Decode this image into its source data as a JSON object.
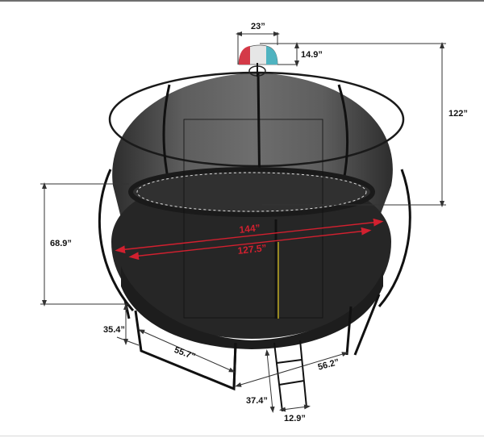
{
  "diagram": {
    "subject": "Round trampoline with safety enclosure, basketball hoop and ladder",
    "colors": {
      "frame": "#1a1a1a",
      "net": "#3a3a3a",
      "mat": "#262626",
      "dimension_line": "#333333",
      "diameter_arrow": "#d2202f",
      "hoop_red": "#d43a48",
      "hoop_teal": "#4fb3c0"
    },
    "dimensions": {
      "hoop_width": "23”",
      "hoop_height": "14.9”",
      "total_height": "122”",
      "enclosure_height": "68.9”",
      "frame_height": "35.4”",
      "outer_diameter": "144”",
      "mat_diameter": "127.5”",
      "leg_span_left": "55.7”",
      "leg_span_right": "56.2”",
      "ladder_height": "37.4”",
      "ladder_width": "12.9”"
    }
  }
}
